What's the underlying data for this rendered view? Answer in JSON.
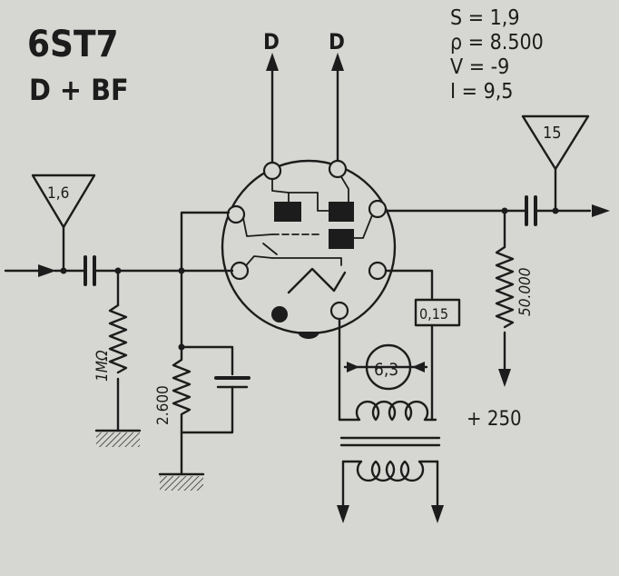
{
  "tube": {
    "type": "6ST7",
    "function": "D + BF"
  },
  "parameters": [
    "S = 1,9",
    "ρ = 8.500",
    "V = -9",
    "I = 9,5"
  ],
  "outputs": {
    "left": "D",
    "right": "D"
  },
  "input_level": "1,6",
  "output_level": "15",
  "components": {
    "grid_resistor": "1MΩ",
    "cathode_resistor": "2.600",
    "plate_resistor": "50.000",
    "filament_current": "0,15",
    "filament_voltage": "6,3"
  },
  "supply": "+ 250"
}
